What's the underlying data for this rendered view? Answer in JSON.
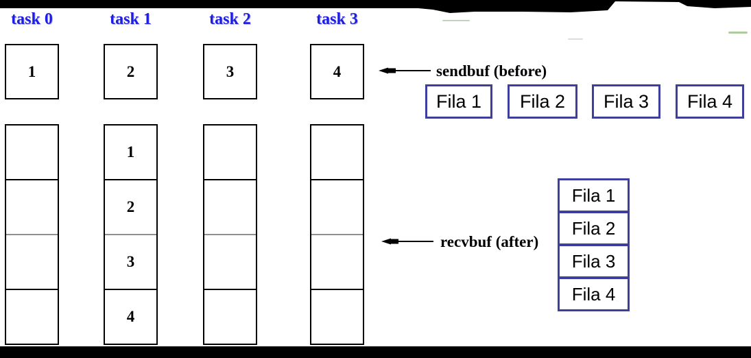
{
  "colors": {
    "accent_blue": "#3e3e9d",
    "task_label_blue": "#1e1ee0"
  },
  "tasks": [
    {
      "label": "task 0",
      "send_value": "1",
      "recv": [
        "",
        "",
        "",
        ""
      ]
    },
    {
      "label": "task 1",
      "send_value": "2",
      "recv": [
        "1",
        "2",
        "3",
        "4"
      ]
    },
    {
      "label": "task 2",
      "send_value": "3",
      "recv": [
        "",
        "",
        "",
        ""
      ]
    },
    {
      "label": "task 3",
      "send_value": "4",
      "recv": [
        "",
        "",
        "",
        ""
      ]
    }
  ],
  "captions": {
    "sendbuf": "sendbuf (before)",
    "recvbuf": "recvbuf (after)"
  },
  "fila_row": [
    "Fila 1",
    "Fila 2",
    "Fila 3",
    "Fila 4"
  ],
  "fila_stack": [
    "Fila 1",
    "Fila 2",
    "Fila 3",
    "Fila 4"
  ]
}
